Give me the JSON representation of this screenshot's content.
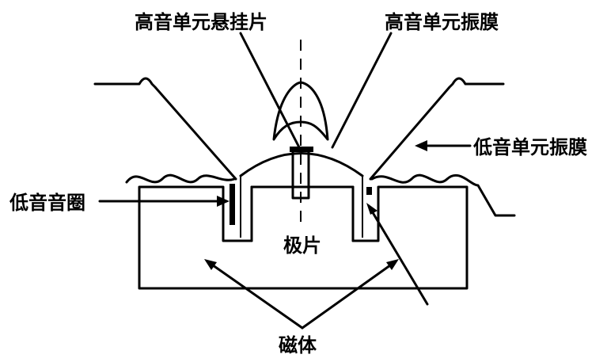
{
  "labels": {
    "tweeter_suspension": "高音单元悬挂片",
    "tweeter_diaphragm": "高音单元振膜",
    "woofer_diaphragm": "低音单元振膜",
    "woofer_voice_coil": "低音音圈",
    "pole_piece": "极片",
    "magnet": "磁体"
  }
}
